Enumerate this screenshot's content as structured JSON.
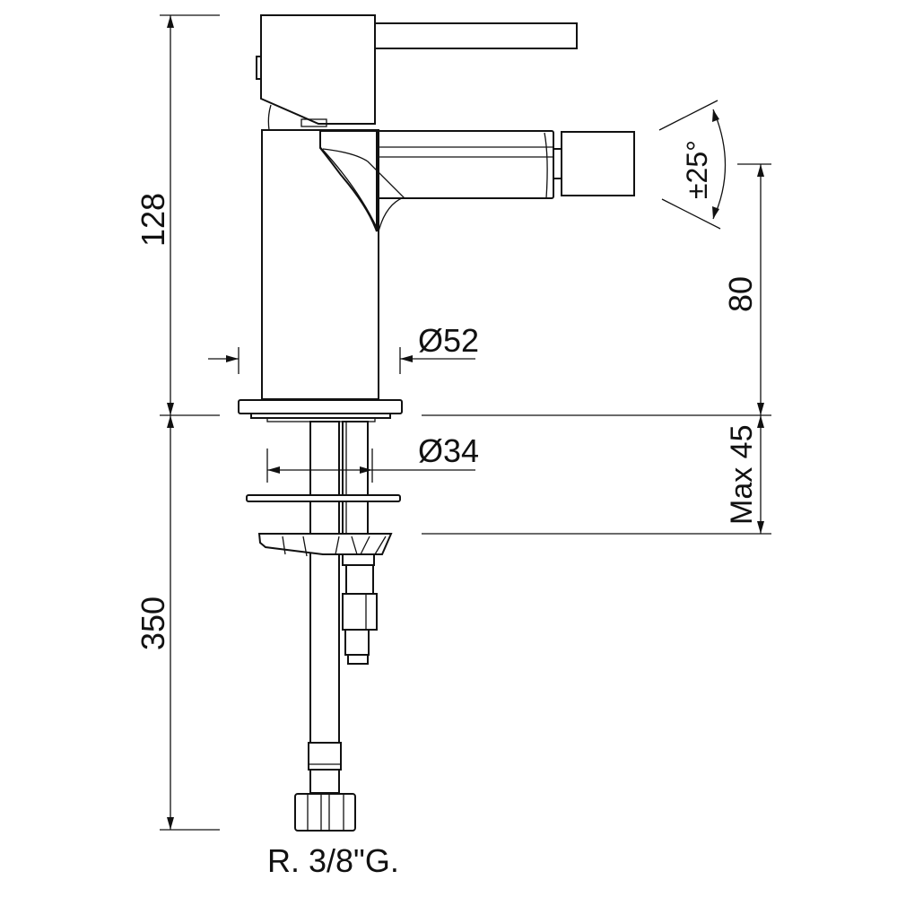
{
  "drawing": {
    "title": "Bidet mixer technical drawing",
    "dimensions": {
      "total_height": "128",
      "hose_length": "350",
      "spout_height": "80",
      "max_deck_thickness": "Max 45",
      "spout_rotation": "±25°",
      "body_diameter": "Ø52",
      "hole_diameter": "Ø34",
      "connection": "R. 3/8\"G."
    },
    "colors": {
      "line": "#111111",
      "background": "#ffffff"
    }
  }
}
